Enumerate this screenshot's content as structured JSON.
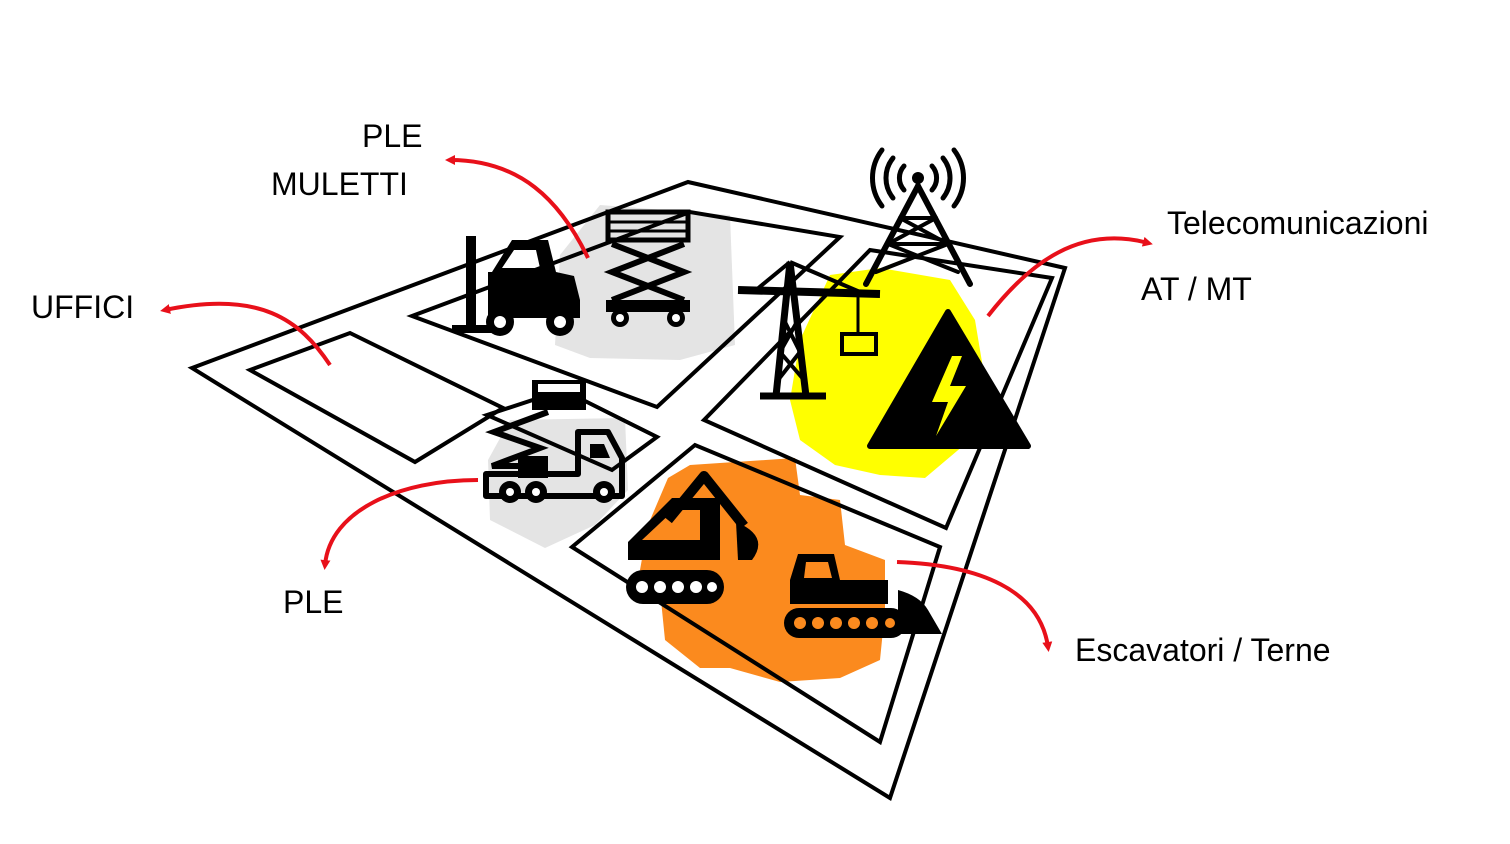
{
  "labels": {
    "ple_top": "PLE",
    "muletti": "MULETTI",
    "uffici": "UFFICI",
    "telecomunicazioni": "Telecomunicazioni",
    "at_mt": "AT / MT",
    "ple_bottom": "PLE",
    "escavatori": "Escavatori / Terne"
  },
  "colors": {
    "arrow": "#e8101a",
    "zone_grey": "#e4e4e4",
    "zone_yellow": "#ffff00",
    "zone_orange": "#fb8a1e",
    "icons": "#000000"
  },
  "icons": [
    "forklift-icon",
    "scissor-lift-icon",
    "crane-icon",
    "telecom-tower-icon",
    "high-voltage-warning-icon",
    "truck-aerial-platform-icon",
    "excavator-icon",
    "bulldozer-icon"
  ]
}
